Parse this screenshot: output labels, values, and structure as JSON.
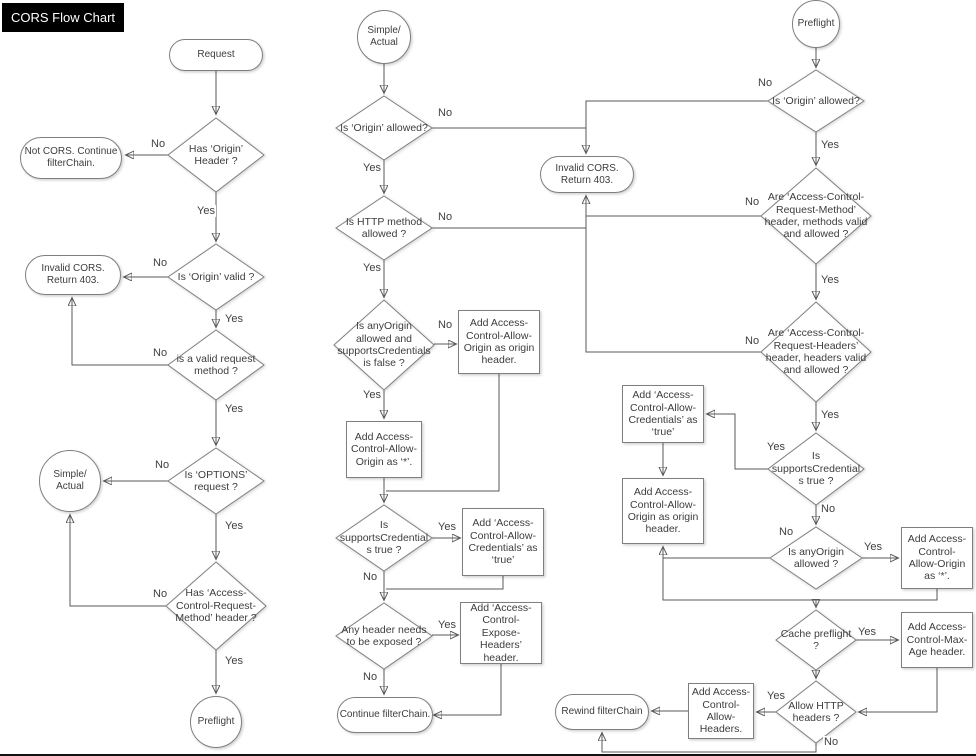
{
  "title": "CORS Flow Chart",
  "labels": {
    "yes": "Yes",
    "no": "No"
  },
  "nodes": {
    "request": "Request",
    "has_origin_header": "Has ‘Origin’ Header ?",
    "not_cors": "Not CORS. Continue filterChain.",
    "is_origin_valid": "Is ‘Origin’ valid ?",
    "invalid_cors_left": "Invalid CORS. Return 403.",
    "valid_request_method": "is a valid request method ?",
    "is_options_request": "Is ‘OPTIONS’ request ?",
    "simple_actual_left": "Simple/ Actual",
    "has_acrm_header": "Has ‘Access-Control-Request-Method’ header ?",
    "preflight_left": "Preflight",
    "simple_actual_mid": "Simple/ Actual",
    "is_origin_allowed_mid": "Is ‘Origin’ allowed?",
    "invalid_cors_mid": "Invalid CORS. Return 403.",
    "is_http_method_allowed": "Is HTTP method allowed ?",
    "anyorigin_supports_false": "Is anyOrigin allowed and supportsCredentials is false ?",
    "add_origin_header_mid": "Add Access-Control-Allow-Origin as origin header.",
    "add_origin_star_mid": "Add Access-Control-Allow-Origin as ‘*’.",
    "supports_credentials_mid": "Is supportsCredentials true ?",
    "add_credentials_true_mid": "Add ‘Access-Control-Allow-Credentials’ as ‘true’",
    "any_header_exposed": "Any header needs to be exposed ?",
    "add_expose_headers": "Add ‘Access-Control-Expose-Headers’ header.",
    "continue_filterchain": "Continue filterChain.",
    "preflight_right": "Preflight",
    "is_origin_allowed_right": "Is ‘Origin’ allowed?",
    "acrm_valid_allowed": "Are ‘Access-Control-Request-Method’ header, methods valid and allowed ?",
    "acrh_valid_allowed": "Are ‘Access-Control-Request-Headers’ header, headers valid and allowed ?",
    "supports_credentials_right": "Is supportsCredentials true ?",
    "add_credentials_true_right": "Add ‘Access-Control-Allow-Credentials’ as ‘true’",
    "add_origin_header_right": "Add Access-Control-Allow-Origin as origin header.",
    "anyorigin_allowed": "Is anyOrigin allowed ?",
    "add_origin_star_right": "Add Access-Control-Allow-Origin as ‘*’.",
    "cache_preflight": "Cache preflight ?",
    "add_max_age": "Add Access-Control-Max-Age header.",
    "allow_http_headers": "Allow HTTP headers ?",
    "add_allow_headers": "Add Access-Control-Allow-Headers.",
    "rewind_filterchain": "Rewind filterChain"
  }
}
